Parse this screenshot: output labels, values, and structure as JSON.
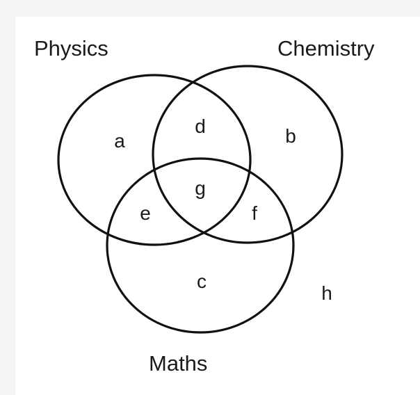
{
  "sets": {
    "physics": "Physics",
    "chemistry": "Chemistry",
    "maths": "Maths"
  },
  "regions": {
    "physics_only": "a",
    "chemistry_only": "b",
    "maths_only": "c",
    "physics_chemistry": "d",
    "physics_maths": "e",
    "chemistry_maths": "f",
    "all_three": "g",
    "outside": "h"
  },
  "colors": {
    "background": "#f4f4f4",
    "panel": "#ffffff",
    "stroke": "#111111",
    "text": "#1a1a1a"
  }
}
